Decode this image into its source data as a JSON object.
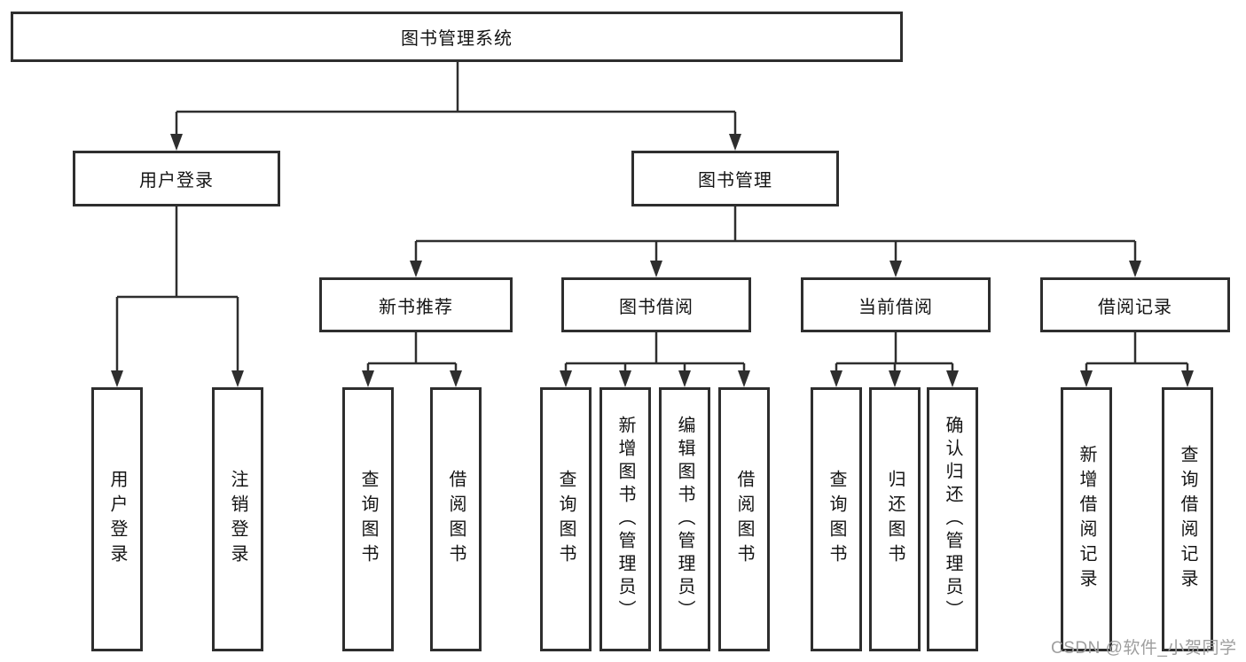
{
  "title": "图书管理系统",
  "watermark": "CSDN @软件_小贺同学",
  "colors": {
    "line": "#2e2e2e",
    "box_border": "#2e2e2e",
    "box_background": "#ffffff",
    "text": "#141414",
    "watermark": "#9e9e9e",
    "page_background": "#ffffff"
  },
  "diagram_type": "hierarchy-tree",
  "nodes": {
    "root": {
      "label": "图书管理系统"
    },
    "level2": [
      {
        "label": "用户登录",
        "parent": "图书管理系统"
      },
      {
        "label": "图书管理",
        "parent": "图书管理系统"
      }
    ],
    "level3": [
      {
        "label": "新书推荐",
        "parent": "图书管理"
      },
      {
        "label": "图书借阅",
        "parent": "图书管理"
      },
      {
        "label": "当前借阅",
        "parent": "图书管理"
      },
      {
        "label": "借阅记录",
        "parent": "图书管理"
      }
    ],
    "leaves": [
      {
        "label": "用户登录",
        "parent": "用户登录"
      },
      {
        "label": "注销登录",
        "parent": "用户登录"
      },
      {
        "label": "查询图书",
        "parent": "新书推荐"
      },
      {
        "label": "借阅图书",
        "parent": "新书推荐"
      },
      {
        "label": "查询图书",
        "parent": "图书借阅"
      },
      {
        "label": "新增图书（管理员）",
        "parent": "图书借阅"
      },
      {
        "label": "编辑图书（管理员）",
        "parent": "图书借阅"
      },
      {
        "label": "借阅图书",
        "parent": "图书借阅"
      },
      {
        "label": "查询图书",
        "parent": "当前借阅"
      },
      {
        "label": "归还图书",
        "parent": "当前借阅"
      },
      {
        "label": "确认归还（管理员）",
        "parent": "当前借阅"
      },
      {
        "label": "新增借阅记录",
        "parent": "借阅记录"
      },
      {
        "label": "查询借阅记录",
        "parent": "借阅记录"
      }
    ]
  }
}
